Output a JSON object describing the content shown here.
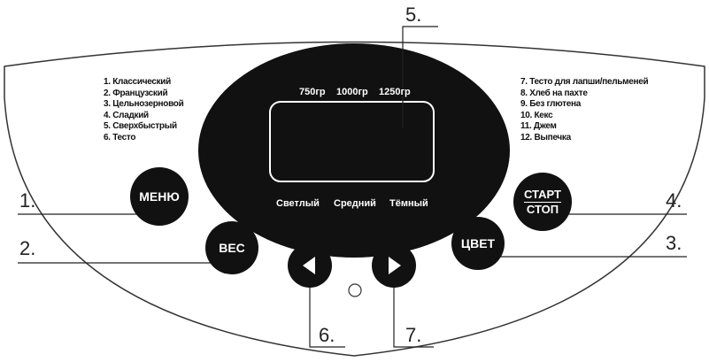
{
  "programs_left": [
    "1. Классический",
    "2. Французский",
    "3. Цельнозерновой",
    "4. Сладкий",
    "5. Сверхбыстрый",
    "6. Тесто"
  ],
  "programs_right": [
    "7. Тесто для лапши/пельменей",
    "8. Хлеб на пахте",
    "9. Без глютена",
    "10. Кекс",
    "11. Джем",
    "12. Выпечка"
  ],
  "weights": [
    "750гр",
    "1000гр",
    "1250гр"
  ],
  "crust": [
    "Светлый",
    "Средний",
    "Тёмный"
  ],
  "buttons": {
    "menu": "МЕНЮ",
    "weight": "ВЕС",
    "color": "ЦВЕТ",
    "start": "СТАРТ",
    "stop": "СТОП"
  },
  "callouts": [
    "1.",
    "2.",
    "3.",
    "4.",
    "5.",
    "6.",
    "7."
  ]
}
